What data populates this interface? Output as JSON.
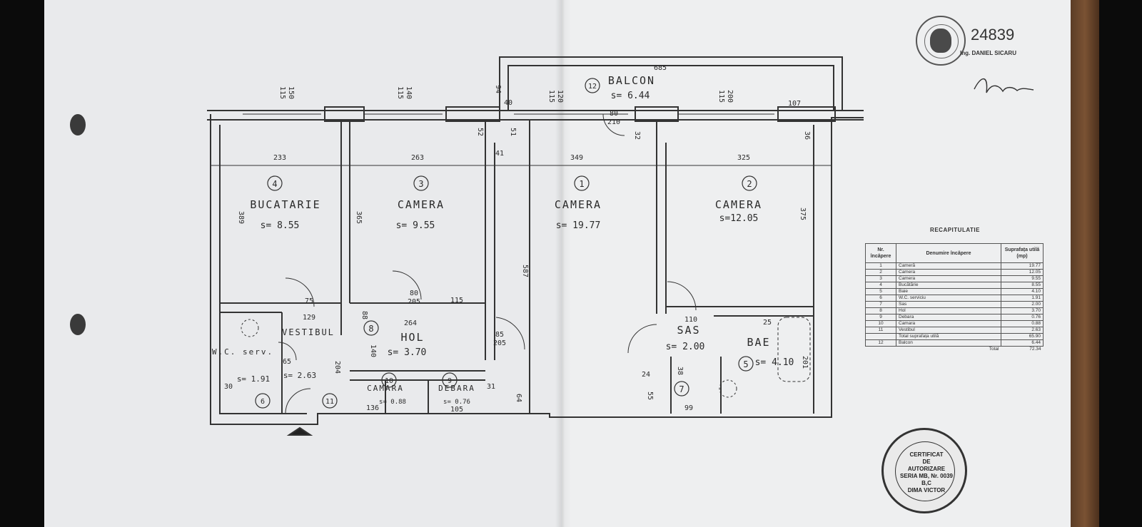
{
  "plan": {
    "rooms": [
      {
        "number": "4",
        "name": "BUCATARIE",
        "area": "s= 8.55"
      },
      {
        "number": "3",
        "name": "CAMERA",
        "area": "s= 9.55"
      },
      {
        "number": "1",
        "name": "CAMERA",
        "area": "s= 19.77"
      },
      {
        "number": "2",
        "name": "CAMERA",
        "area": "s=12.05"
      },
      {
        "number": "12",
        "name": "BALCON",
        "area": "s= 6.44"
      },
      {
        "number": "8",
        "name": "HOL",
        "area": "s= 3.70"
      },
      {
        "number": "7",
        "name": "SAS",
        "area": "s= 2.00"
      },
      {
        "number": "5",
        "name": "BAE",
        "area": "s= 4.10"
      },
      {
        "number": "11",
        "name": "VESTIBUL",
        "area": "s= 2.63"
      },
      {
        "number": "6",
        "name": "W.C. serv.",
        "area": "s= 1.91"
      },
      {
        "number": "10",
        "name": "CAMARA",
        "area": "s= 0.88"
      },
      {
        "number": "9",
        "name": "DEBARA",
        "area": "s= 0.76"
      }
    ],
    "dimensions": {
      "balcon_width": "685",
      "top_1": "150",
      "top_1b": "115",
      "top_2": "140",
      "top_2b": "115",
      "top_3": "120",
      "top_3b": "115",
      "top_4": "200",
      "top_4b": "115",
      "top_107": "107",
      "w233": "233",
      "w263": "263",
      "w349": "349",
      "w325": "325",
      "h389": "389",
      "h365": "365",
      "h587": "587",
      "h375": "375",
      "d75": "75",
      "d129": "129",
      "d80": "80",
      "d205": "205",
      "d115": "115",
      "d264": "264",
      "d85": "85",
      "d110": "110",
      "d140": "140",
      "d204": "204",
      "d65": "65",
      "d136": "136",
      "d105": "105",
      "d99": "99",
      "d201": "201",
      "d205b": "205",
      "d25": "25",
      "d30": "30",
      "d36": "36",
      "d52": "52",
      "d51": "51",
      "d40": "40",
      "d94": "94",
      "d41": "41",
      "d64": "64",
      "d88": "88",
      "d38": "38",
      "d24": "24",
      "d55": "55",
      "d32": "32",
      "d31": "31",
      "d80b": "80",
      "d210": "210"
    }
  },
  "recap": {
    "title": "RECAPITULATIE",
    "headers": {
      "nr": "Nr. încăpere",
      "denumire": "Denumire încăpere",
      "suprafata": "Suprafața utilă (mp)"
    },
    "rows": [
      {
        "nr": "1",
        "name": "Cameră",
        "value": "19.77"
      },
      {
        "nr": "2",
        "name": "Camera",
        "value": "12.05"
      },
      {
        "nr": "3",
        "name": "Camera",
        "value": "9.55"
      },
      {
        "nr": "4",
        "name": "Bucătărie",
        "value": "8.55"
      },
      {
        "nr": "5",
        "name": "Baie",
        "value": "4.10"
      },
      {
        "nr": "6",
        "name": "W.C. serviciu",
        "value": "1.91"
      },
      {
        "nr": "7",
        "name": "Sas",
        "value": "2.00"
      },
      {
        "nr": "8",
        "name": "Hol",
        "value": "3.70"
      },
      {
        "nr": "9",
        "name": "Debara",
        "value": "0.76"
      },
      {
        "nr": "10",
        "name": "Camara",
        "value": "0.88"
      },
      {
        "nr": "11",
        "name": "Vestibul",
        "value": "2.63"
      },
      {
        "nr": "",
        "name": "Total suprafața utilă",
        "value": "65.90"
      },
      {
        "nr": "12",
        "name": "Balcon",
        "value": "6.44"
      },
      {
        "nr": "",
        "name": "Total",
        "value": "72.34"
      }
    ]
  },
  "stamps": {
    "top_number": "24839",
    "top_name": "Ing. DANIEL SICARU",
    "bottom_lines": [
      "CERTIFICAT",
      "DE",
      "AUTORIZARE",
      "SERIA MB, Nr. 0039",
      "B,C",
      "DIMA VICTOR"
    ]
  }
}
